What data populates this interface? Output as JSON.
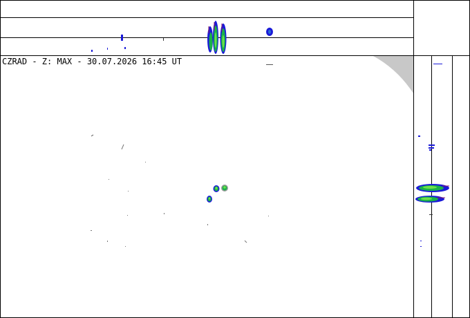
{
  "product": {
    "title": "CZRAD - Z: MAX - 30.07.2026 16:45 UT"
  },
  "colors": {
    "background": "#ffffff",
    "frame": "#000000",
    "unavailable_area": "#c8c8c8",
    "echo_weak": "#1a1ad8",
    "echo_low": "#2a6bd8",
    "echo_moderate": "#19b24a",
    "echo_light": "#6fe04a",
    "echo_core": "#8a1a6a"
  },
  "panels": {
    "main_plan_view": "max-reflectivity-plan-view",
    "top_projection": "north-south-max-projection",
    "side_projection": "east-west-max-projection",
    "corner": "empty-corner"
  }
}
